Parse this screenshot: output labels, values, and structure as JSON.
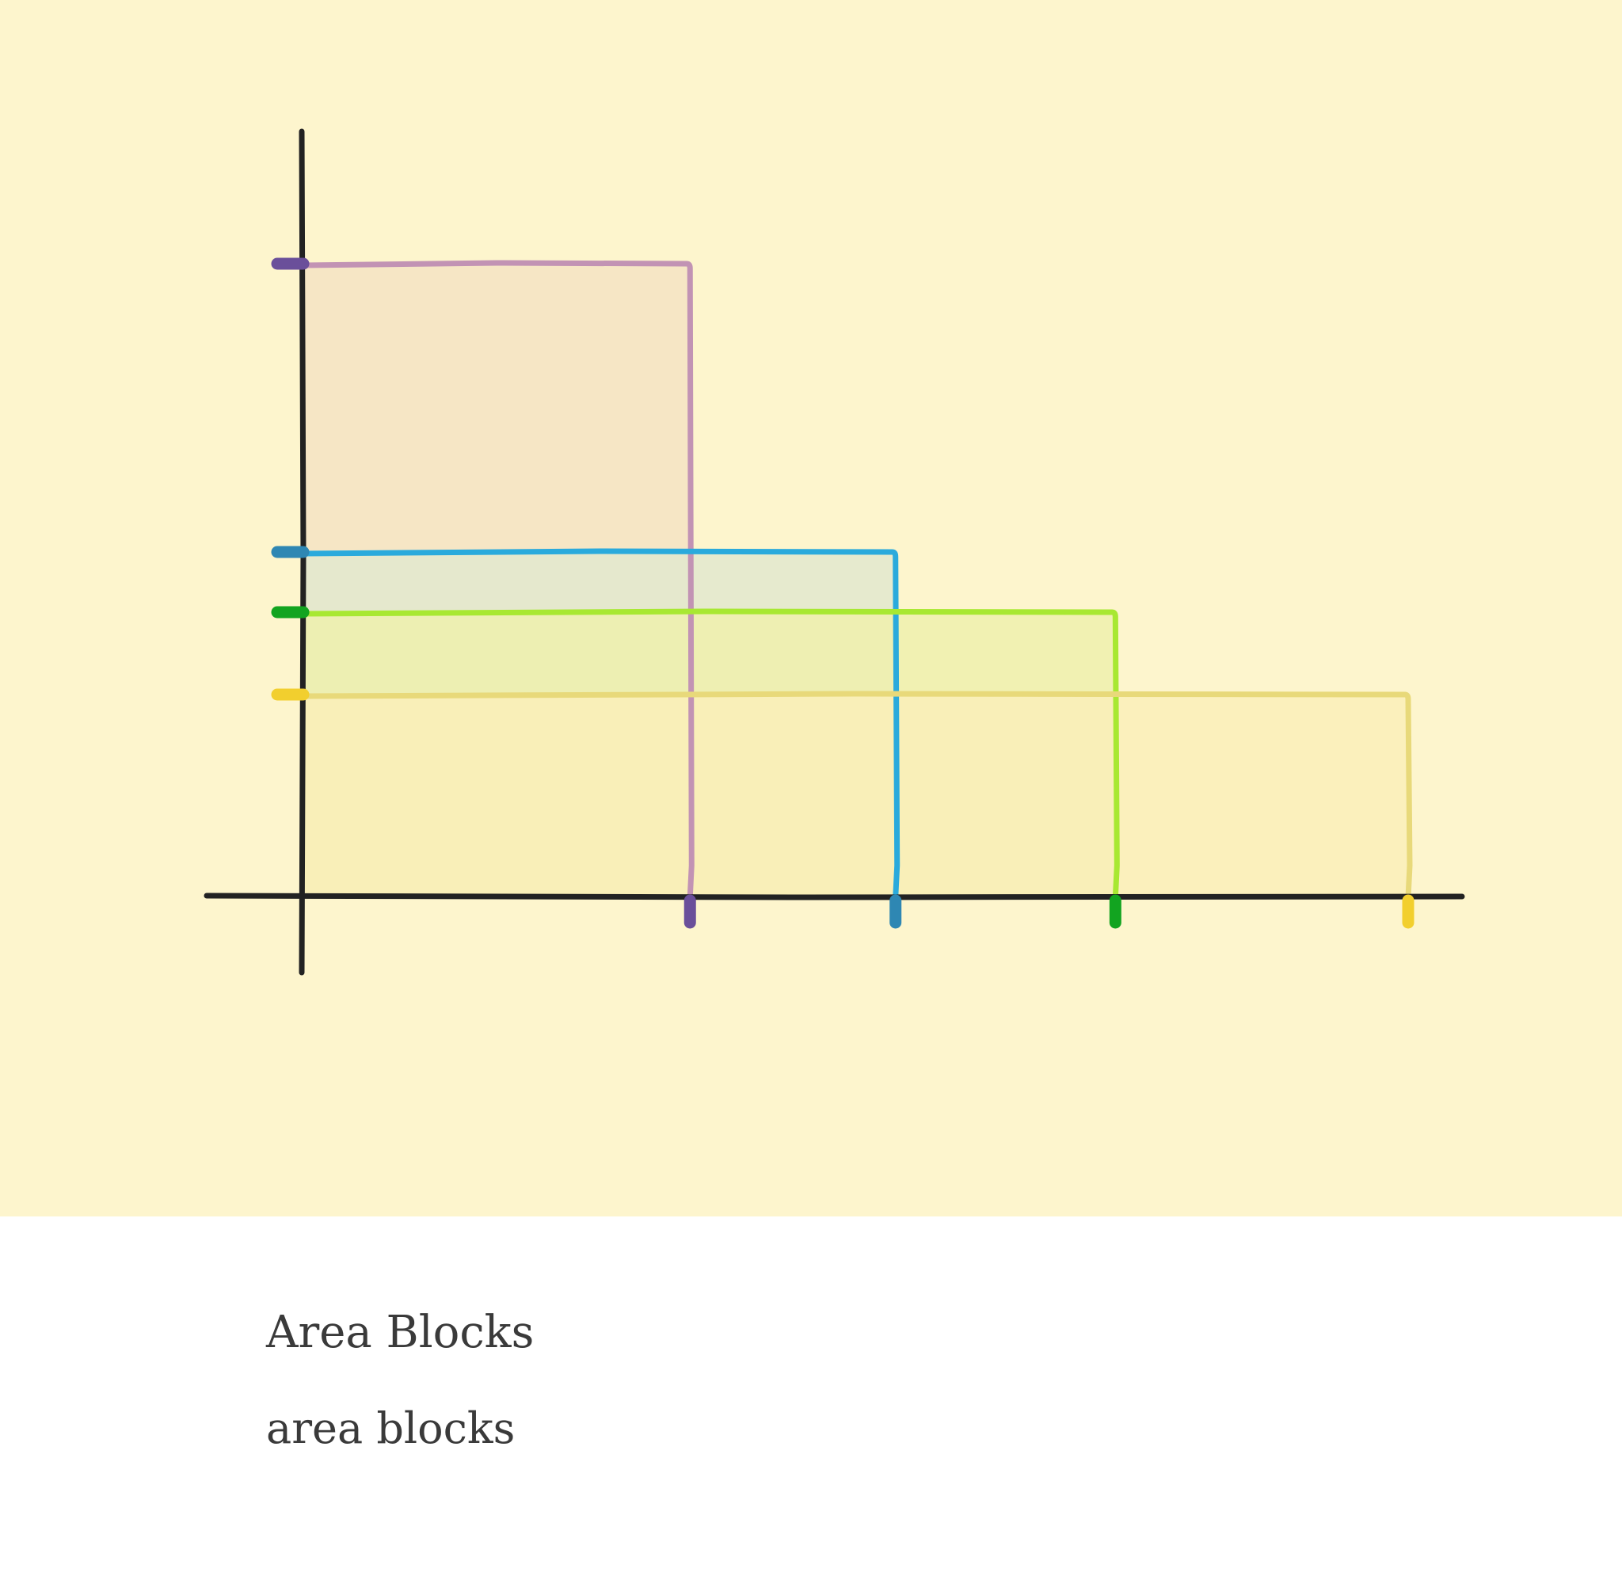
{
  "caption": {
    "title": "Area Blocks",
    "subtitle": "area blocks"
  },
  "colors": {
    "background": "#fdf5cd",
    "axis": "#222222"
  },
  "chart_data": {
    "type": "area",
    "style": "hand-drawn overlapping rectangles anchored at the origin",
    "title": "",
    "xlabel": "",
    "ylabel": "",
    "xlim": [
      0,
      100
    ],
    "ylim": [
      0,
      100
    ],
    "grid": false,
    "legend": "none",
    "series": [
      {
        "x": 35.0,
        "y": 100.0,
        "stroke": "#c293b4",
        "fill": "#f5e3c3",
        "tick": "#6a4f9a"
      },
      {
        "x": 53.6,
        "y": 54.5,
        "stroke": "#2aaadc",
        "fill": "#e2e8ce",
        "tick": "#2e87b3"
      },
      {
        "x": 73.5,
        "y": 45.0,
        "stroke": "#a8e832",
        "fill": "#eff0ad",
        "tick": "#12a420"
      },
      {
        "x": 100.0,
        "y": 32.0,
        "stroke": "#e8d97a",
        "fill": "#faeeb9",
        "tick": "#f2cf2e"
      }
    ]
  }
}
